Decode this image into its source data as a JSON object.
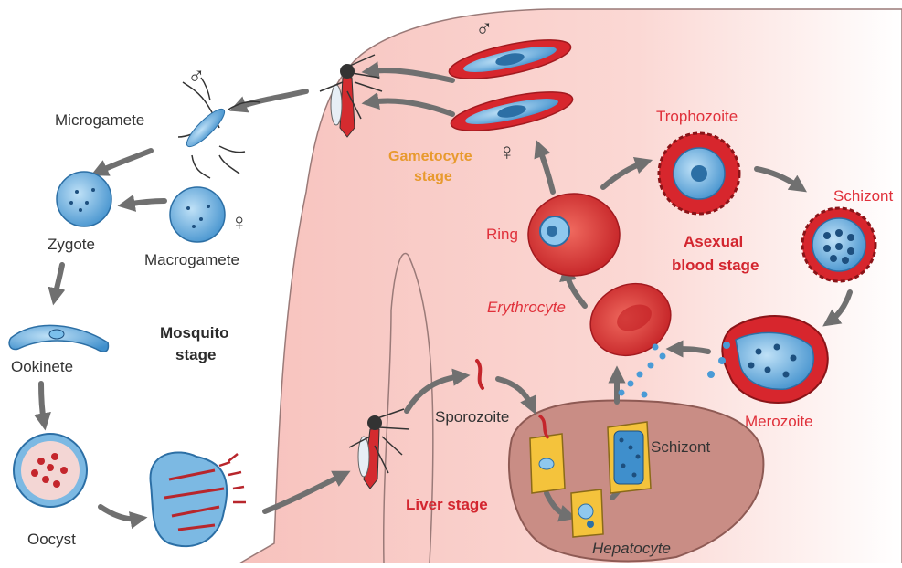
{
  "labels": {
    "microgamete": "Microgamete",
    "zygote": "Zygote",
    "macrogamete": "Macrogamete",
    "ookinete": "Ookinete",
    "oocyst": "Oocyst",
    "mosquito_stage_line1": "Mosquito",
    "mosquito_stage_line2": "stage",
    "gametocyte_stage_line1": "Gametocyte",
    "gametocyte_stage_line2": "stage",
    "trophozoite": "Trophozoite",
    "schizont_blood": "Schizont",
    "ring": "Ring",
    "asexual_line1": "Asexual",
    "asexual_line2": "blood stage",
    "erythrocyte": "Erythrocyte",
    "merozoite": "Merozoite",
    "sporozoite": "Sporozoite",
    "schizont_liver": "Schizont",
    "liver_stage": "Liver stage",
    "hepatocyte": "Hepatocyte",
    "male_symbol": "♂",
    "female_symbol": "♀"
  },
  "colors": {
    "skin": "#f9c9c4",
    "parasite_blue": "#5aa6dc",
    "rbc_red": "#d7262d",
    "liver": "#c98d85",
    "arrow_gray": "#707070"
  }
}
